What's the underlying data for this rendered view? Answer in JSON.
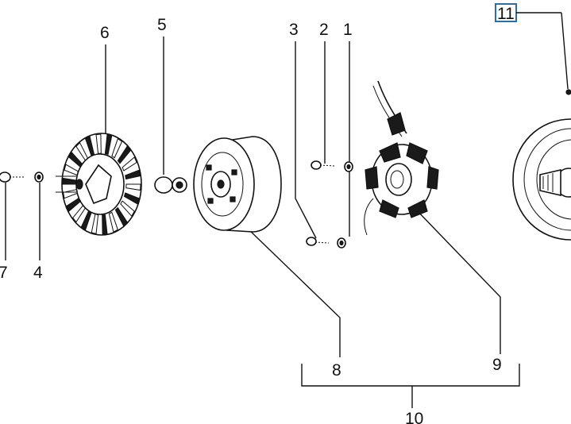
{
  "labels": {
    "p1": "1",
    "p2": "2",
    "p3": "3",
    "p4": "4",
    "p5": "5",
    "p6": "6",
    "p7": "7",
    "p8": "8",
    "p9": "9",
    "p10": "10",
    "p11": "11"
  },
  "colors": {
    "highlight_box": "#2a6f9e",
    "ink": "#111111"
  }
}
